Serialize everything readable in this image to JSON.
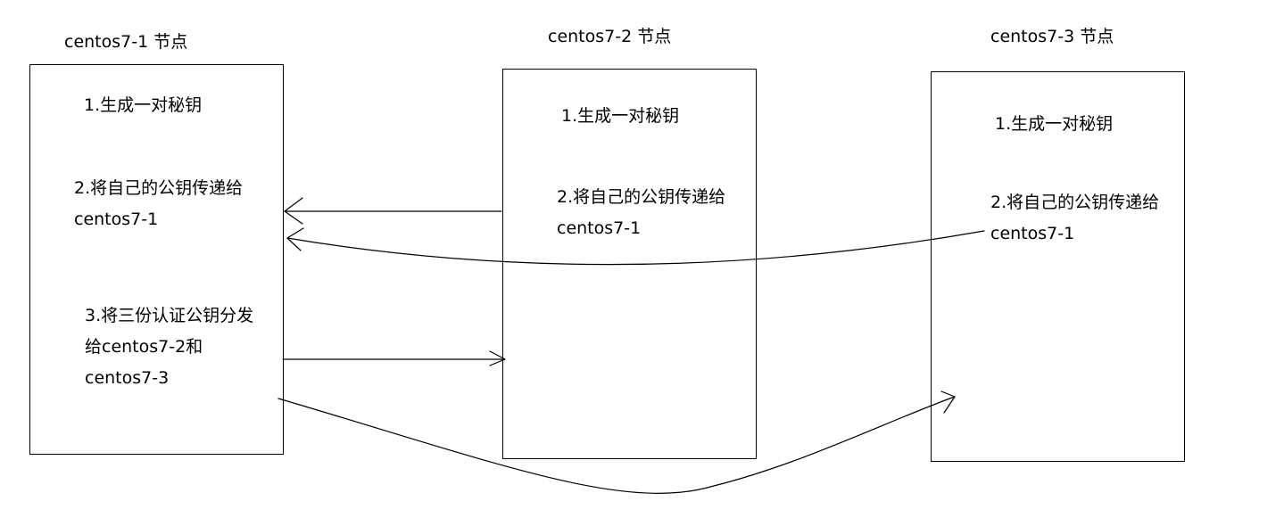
{
  "nodes": [
    {
      "title": "centos7-1 节点",
      "step1": "1.生成一对秘钥",
      "step2_line1": "2.将自己的公钥传递给",
      "step2_line2": "centos7-1",
      "step3_line1": "3.将三份认证公钥分发",
      "step3_line2": "给centos7-2和",
      "step3_line3": "centos7-3"
    },
    {
      "title": "centos7-2 节点",
      "step1": "1.生成一对秘钥",
      "step2_line1": "2.将自己的公钥传递给",
      "step2_line2": "centos7-1"
    },
    {
      "title": "centos7-3 节点",
      "step1": "1.生成一对秘钥",
      "step2_line1": "2.将自己的公钥传递给",
      "step2_line2": "centos7-1"
    }
  ],
  "colors": {
    "stroke": "#000000",
    "background": "#ffffff"
  }
}
